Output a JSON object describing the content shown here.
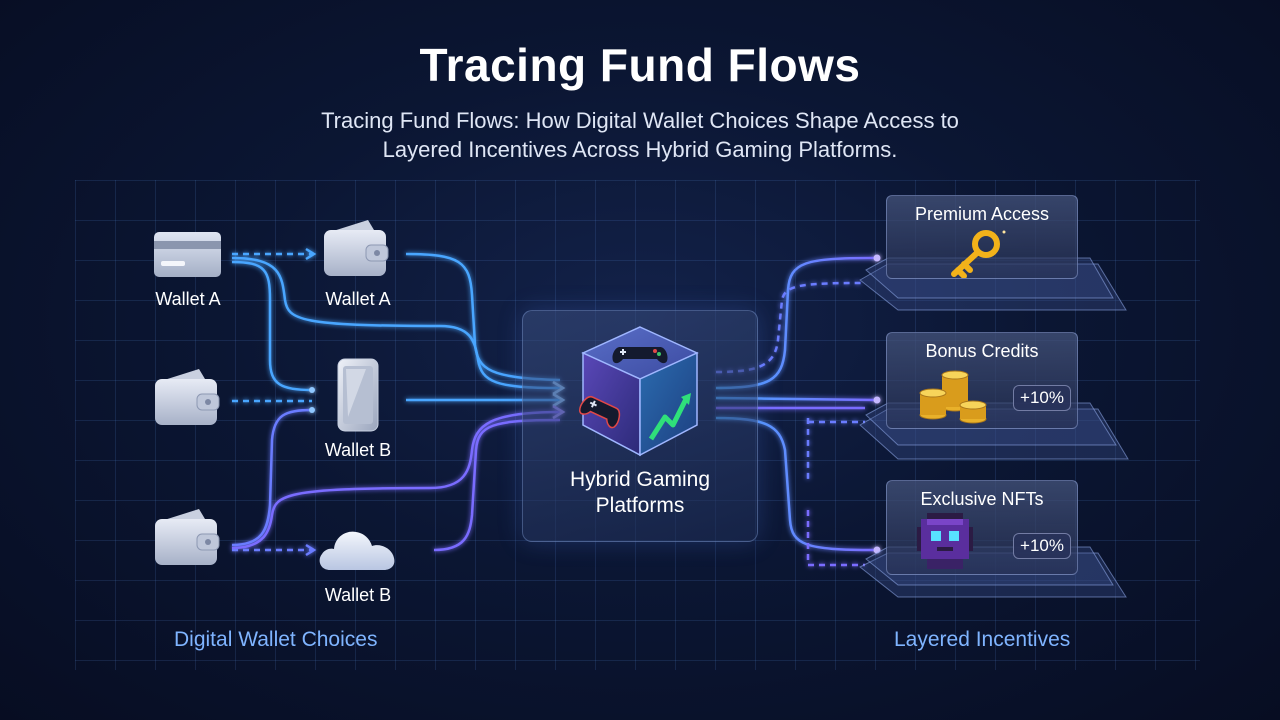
{
  "title": "Tracing Fund Flows",
  "subtitle": "Tracing Fund Flows: How Digital Wallet Choices Shape Access to Layered Incentives Across Hybrid Gaming Platforms.",
  "wallets": [
    {
      "label": "Wallet A",
      "icon": "credit-card-icon"
    },
    {
      "label": "Wallet A",
      "icon": "wallet-icon"
    },
    {
      "label": "",
      "icon": "wallet-icon"
    },
    {
      "label": "Wallet B",
      "icon": "smartphone-icon"
    },
    {
      "label": "",
      "icon": "wallet-icon"
    },
    {
      "label": "Wallet B",
      "icon": "cloud-icon"
    }
  ],
  "hub": {
    "label": "Hybrid Gaming Platforms",
    "icon": "gaming-cube-icon"
  },
  "incentives": [
    {
      "title": "Premium Access",
      "icon": "key-icon",
      "badge": ""
    },
    {
      "title": "Bonus Credits",
      "icon": "coins-icon",
      "badge": "+10%"
    },
    {
      "title": "Exclusive NFTs",
      "icon": "pixel-avatar-icon",
      "badge": "+10%"
    }
  ],
  "sections": {
    "left": "Digital Wallet Choices",
    "right": "Layered Incentives"
  },
  "colors": {
    "background": "#0b1633",
    "flow_blue": "#4aa6ff",
    "flow_purple": "#7a6cff",
    "accent_text": "#7fb4ff"
  }
}
